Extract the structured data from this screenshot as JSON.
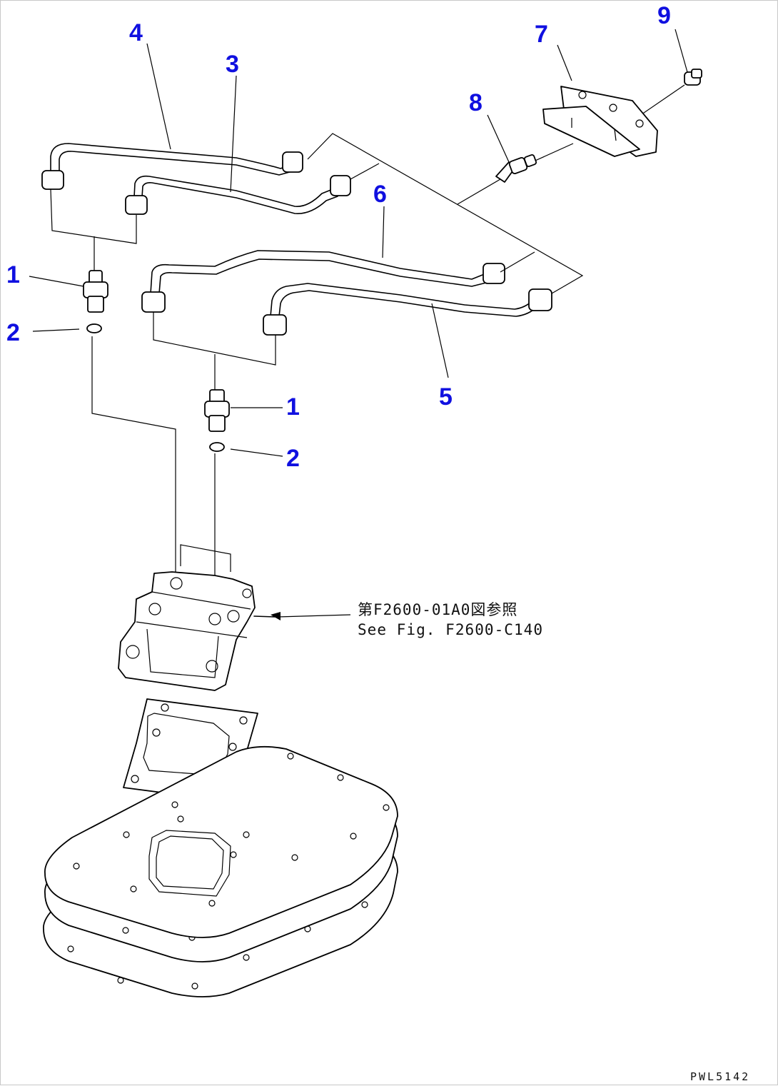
{
  "callouts": {
    "c1a": "1",
    "c1b": "1",
    "c2a": "2",
    "c2b": "2",
    "c3": "3",
    "c4": "4",
    "c5": "5",
    "c6": "6",
    "c7": "7",
    "c8": "8",
    "c9": "9"
  },
  "reference": {
    "jp": "第F2600-01A0図参照",
    "en": "See Fig. F2600-C140"
  },
  "drawing_code": "PWL5142",
  "colors": {
    "callout": "#1010e0",
    "line": "#000000"
  }
}
